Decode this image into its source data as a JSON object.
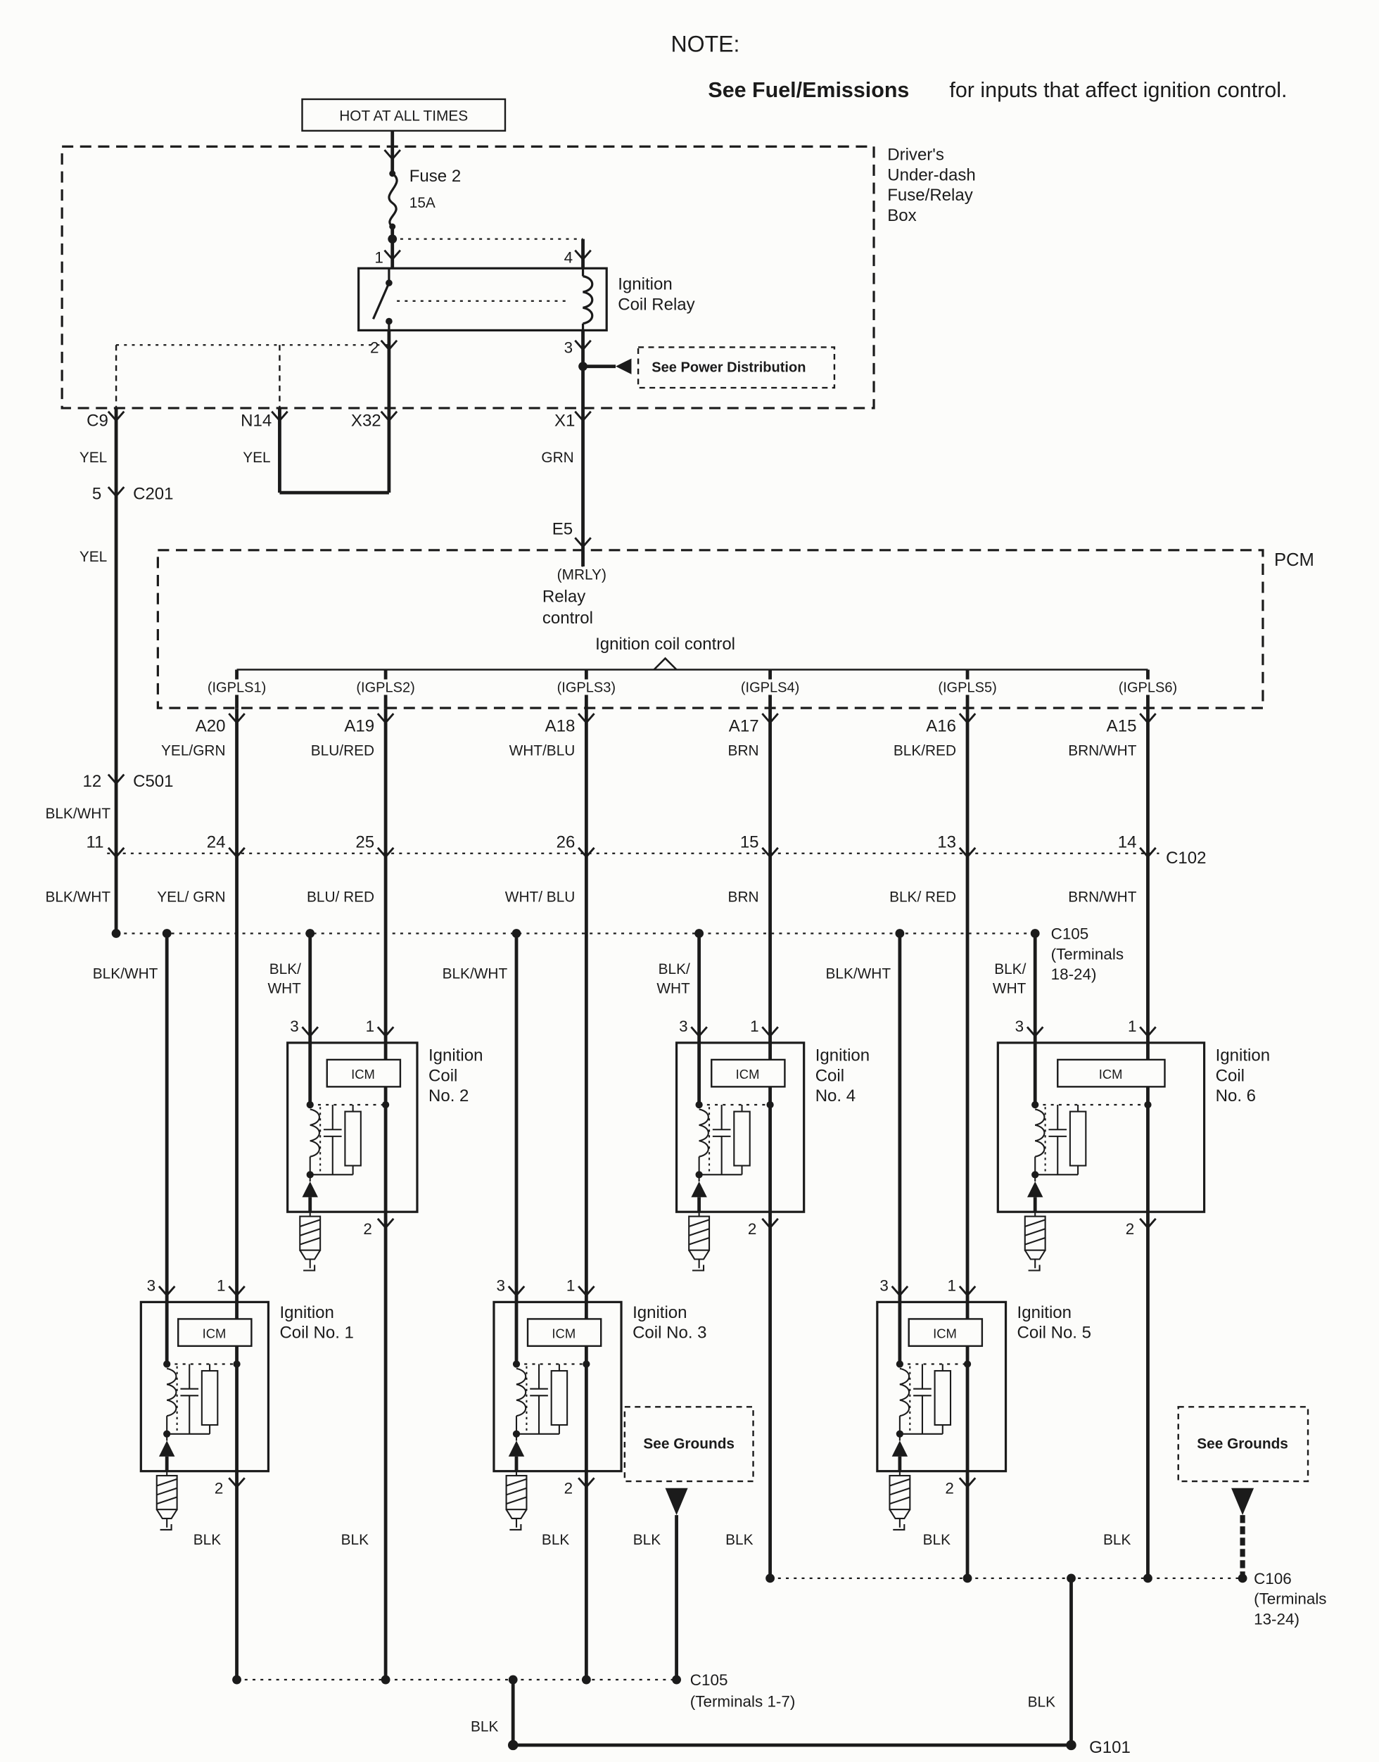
{
  "note": {
    "heading": "NOTE:",
    "emphasis": "See Fuel/Emissions",
    "text": "for inputs that affect ignition control."
  },
  "fusebox": {
    "hot": "HOT AT ALL TIMES",
    "title": [
      "Driver's",
      "Under-dash",
      "Fuse/Relay",
      "Box"
    ],
    "fuse_name": "Fuse 2",
    "fuse_rating": "15A",
    "relay_title": [
      "Ignition",
      "Coil Relay"
    ],
    "pins": {
      "p1": "1",
      "p4": "4",
      "p2": "2",
      "p3": "3"
    },
    "see_power": "See Power Distribution",
    "terminals": {
      "c9": "C9",
      "n14": "N14",
      "x32": "X32",
      "x1": "X1"
    },
    "colors": {
      "c9": "YEL",
      "n14": "YEL",
      "x1": "GRN"
    }
  },
  "c201": {
    "pin": "5",
    "name": "C201",
    "color": "YEL"
  },
  "pcm": {
    "name": "PCM",
    "e5": "E5",
    "mrly": "(MRLY)",
    "relay": [
      "Relay",
      "control"
    ],
    "control_label": "Ignition coil control"
  },
  "columns": [
    {
      "igpls": "(IGPLS1)",
      "pin": "A20",
      "color": "YEL/GRN",
      "c102_pin": "24",
      "c102_color": "YEL/ GRN"
    },
    {
      "igpls": "(IGPLS2)",
      "pin": "A19",
      "color": "BLU/RED",
      "c102_pin": "25",
      "c102_color": "BLU/ RED"
    },
    {
      "igpls": "(IGPLS3)",
      "pin": "A18",
      "color": "WHT/BLU",
      "c102_pin": "26",
      "c102_color": "WHT/ BLU"
    },
    {
      "igpls": "(IGPLS4)",
      "pin": "A17",
      "color": "BRN",
      "c102_pin": "15",
      "c102_color": "BRN"
    },
    {
      "igpls": "(IGPLS5)",
      "pin": "A16",
      "color": "BLK/RED",
      "c102_pin": "13",
      "c102_color": "BLK/ RED"
    },
    {
      "igpls": "(IGPLS6)",
      "pin": "A15",
      "color": "BRN/WHT",
      "c102_pin": "14",
      "c102_color": "BRN/WHT"
    }
  ],
  "c501": {
    "pin": "12",
    "name": "C501",
    "color": "BLK/WHT"
  },
  "c102": {
    "pin": "11",
    "color": "BLK/WHT",
    "name": "C102"
  },
  "c105_upper": [
    "C105",
    "(Terminals",
    "18-24)"
  ],
  "branches": [
    [
      "BLK/WHT"
    ],
    [
      "BLK/",
      "WHT"
    ],
    [
      "BLK/WHT"
    ],
    [
      "BLK/",
      "WHT"
    ],
    [
      "BLK/WHT"
    ],
    [
      "BLK/",
      "WHT"
    ]
  ],
  "coils": [
    {
      "title": [
        "Ignition",
        "Coil No. 1"
      ],
      "icm": "ICM",
      "p3": "3",
      "p1": "1",
      "p2": "2"
    },
    {
      "title": [
        "Ignition",
        "Coil",
        "No. 2"
      ],
      "icm": "ICM",
      "p3": "3",
      "p1": "1",
      "p2": "2"
    },
    {
      "title": [
        "Ignition",
        "Coil No. 3"
      ],
      "icm": "ICM",
      "p3": "3",
      "p1": "1",
      "p2": "2"
    },
    {
      "title": [
        "Ignition",
        "Coil",
        "No. 4"
      ],
      "icm": "ICM",
      "p3": "3",
      "p1": "1",
      "p2": "2"
    },
    {
      "title": [
        "Ignition",
        "Coil No. 5"
      ],
      "icm": "ICM",
      "p3": "3",
      "p1": "1",
      "p2": "2"
    },
    {
      "title": [
        "Ignition",
        "Coil",
        "No. 6"
      ],
      "icm": "ICM",
      "p3": "3",
      "p1": "1",
      "p2": "2"
    }
  ],
  "grounds": {
    "see_a": "See Grounds",
    "see_b": "See Grounds",
    "blk": [
      "BLK",
      "BLK",
      "BLK",
      "BLK",
      "BLK",
      "BLK",
      "BLK",
      "BLK",
      "BLK"
    ],
    "c106": [
      "C106",
      "(Terminals",
      "13-24)"
    ],
    "c105_lower": [
      "C105",
      "(Terminals 1-7)"
    ],
    "g101": "G101"
  }
}
